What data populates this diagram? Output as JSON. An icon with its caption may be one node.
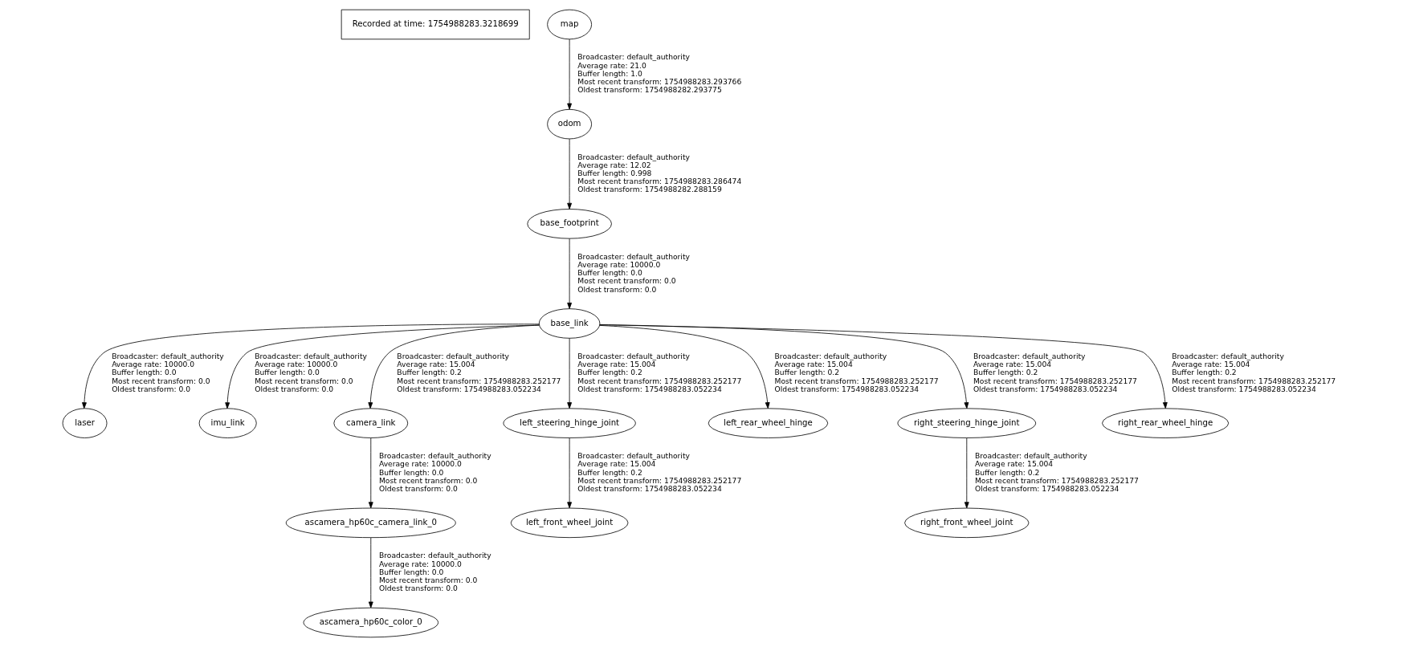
{
  "diagram": {
    "nodes": [
      {
        "text": [
          "Recorded at time: 1754988283.3218699"
        ]
      },
      {
        "text": [
          "map"
        ]
      },
      {
        "text": [
          "odom"
        ]
      },
      {
        "text": [
          "base_footprint"
        ]
      },
      {
        "text": [
          "base_link"
        ]
      },
      {
        "text": [
          "laser"
        ]
      },
      {
        "text": [
          "imu_link"
        ]
      },
      {
        "text": [
          "camera_link"
        ]
      },
      {
        "text": [
          "left_steering_hinge_joint"
        ]
      },
      {
        "text": [
          "left_rear_wheel_hinge"
        ]
      },
      {
        "text": [
          "right_steering_hinge_joint"
        ]
      },
      {
        "text": [
          "right_rear_wheel_hinge"
        ]
      },
      {
        "text": [
          "ascamera_hp60c_camera_link_0"
        ]
      },
      {
        "text": [
          "left_front_wheel_joint"
        ]
      },
      {
        "text": [
          "right_front_wheel_joint"
        ]
      },
      {
        "text": [
          "ascamera_hp60c_color_0"
        ]
      }
    ],
    "edges": [
      {
        "from": 1,
        "to": 2,
        "arrow": "to",
        "label": "Broadcaster: default_authority Average rate: 21.0 Buffer length: 1.0 Most recent transform: 1754988283.293766 Oldest transform: 1754988282.293775"
      },
      {
        "from": 2,
        "to": 3,
        "arrow": "to",
        "label": "Broadcaster: default_authority Average rate: 12.02 Buffer length: 0.998 Most recent transform: 1754988283.286474 Oldest transform: 1754988282.288159"
      },
      {
        "from": 3,
        "to": 4,
        "arrow": "to",
        "label": "Broadcaster: default_authority Average rate: 10000.0 Buffer length: 0.0 Most recent transform: 0.0 Oldest transform: 0.0"
      },
      {
        "from": 4,
        "to": 5,
        "arrow": "to",
        "label": "Broadcaster: default_authority Average rate: 10000.0 Buffer length: 0.0 Most recent transform: 0.0 Oldest transform: 0.0"
      },
      {
        "from": 4,
        "to": 6,
        "arrow": "to",
        "label": "Broadcaster: default_authority Average rate: 10000.0 Buffer length: 0.0 Most recent transform: 0.0 Oldest transform: 0.0"
      },
      {
        "from": 4,
        "to": 7,
        "arrow": "to",
        "label": "Broadcaster: default_authority Average rate: 15.004 Buffer length: 0.2 Most recent transform: 1754988283.252177 Oldest transform: 1754988283.052234"
      },
      {
        "from": 4,
        "to": 8,
        "arrow": "to",
        "label": "Broadcaster: default_authority Average rate: 15.004 Buffer length: 0.2 Most recent transform: 1754988283.252177 Oldest transform: 1754988283.052234"
      },
      {
        "from": 4,
        "to": 9,
        "arrow": "to",
        "label": "Broadcaster: default_authority Average rate: 15.004 Buffer length: 0.2 Most recent transform: 1754988283.252177 Oldest transform: 1754988283.052234"
      },
      {
        "from": 4,
        "to": 10,
        "arrow": "to",
        "label": "Broadcaster: default_authority Average rate: 15.004 Buffer length: 0.2 Most recent transform: 1754988283.252177 Oldest transform: 1754988283.052234"
      },
      {
        "from": 4,
        "to": 11,
        "arrow": "to",
        "label": "Broadcaster: default_authority Average rate: 15.004 Buffer length: 0.2 Most recent transform: 1754988283.252177 Oldest transform: 1754988283.052234"
      },
      {
        "from": 7,
        "to": 12,
        "arrow": "to",
        "label": "Broadcaster: default_authority Average rate: 10000.0 Buffer length: 0.0 Most recent transform: 0.0 Oldest transform: 0.0"
      },
      {
        "from": 8,
        "to": 13,
        "arrow": "to",
        "label": "Broadcaster: default_authority Average rate: 15.004 Buffer length: 0.2 Most recent transform: 1754988283.252177 Oldest transform: 1754988283.052234"
      },
      {
        "from": 10,
        "to": 14,
        "arrow": "to",
        "label": "Broadcaster: default_authority Average rate: 15.004 Buffer length: 0.2 Most recent transform: 1754988283.252177 Oldest transform: 1754988283.052234"
      },
      {
        "from": 12,
        "to": 15,
        "arrow": "to",
        "label": "Broadcaster: default_authority Average rate: 10000.0 Buffer length: 0.0 Most recent transform: 0.0 Oldest transform: 0.0"
      }
    ]
  }
}
